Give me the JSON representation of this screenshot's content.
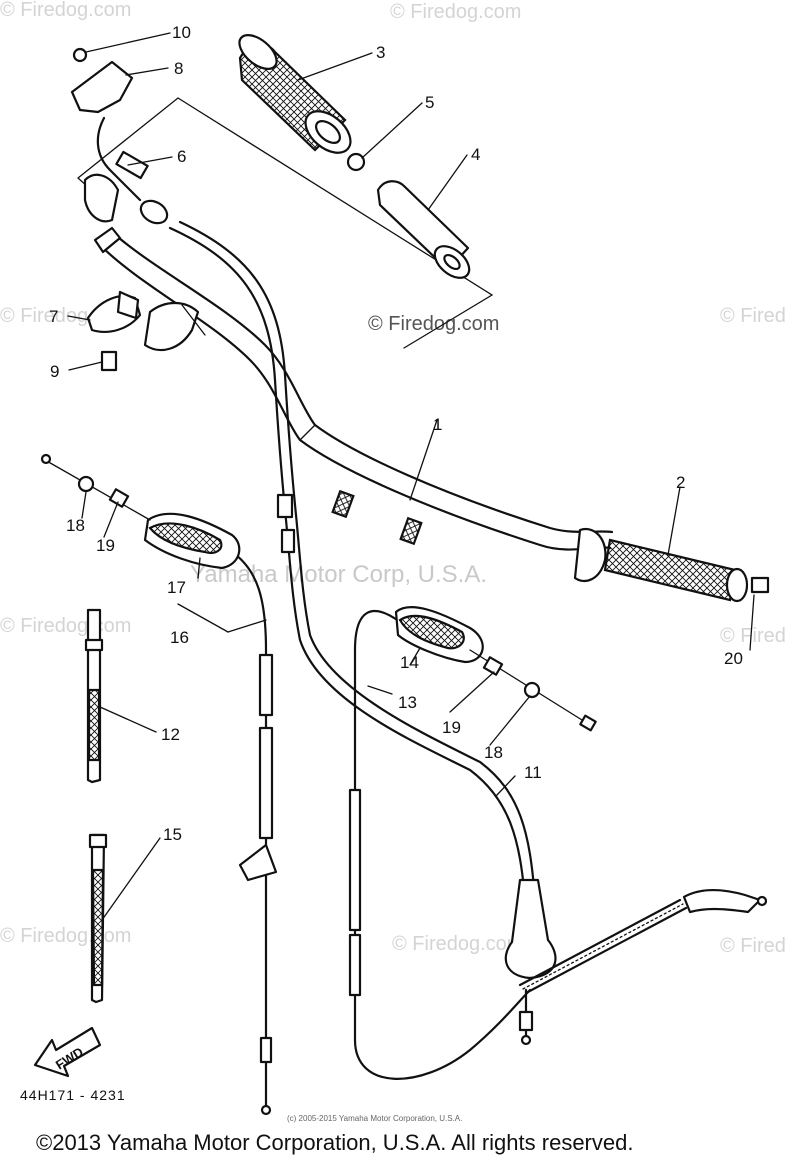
{
  "callouts": [
    {
      "id": "c1",
      "text": "1"
    },
    {
      "id": "c2",
      "text": "2"
    },
    {
      "id": "c3",
      "text": "3"
    },
    {
      "id": "c4",
      "text": "4"
    },
    {
      "id": "c5",
      "text": "5"
    },
    {
      "id": "c6",
      "text": "6"
    },
    {
      "id": "c7",
      "text": "7"
    },
    {
      "id": "c8",
      "text": "8"
    },
    {
      "id": "c9",
      "text": "9"
    },
    {
      "id": "c10",
      "text": "10"
    },
    {
      "id": "c11",
      "text": "11"
    },
    {
      "id": "c12",
      "text": "12"
    },
    {
      "id": "c13",
      "text": "13"
    },
    {
      "id": "c14",
      "text": "14"
    },
    {
      "id": "c15",
      "text": "15"
    },
    {
      "id": "c16",
      "text": "16"
    },
    {
      "id": "c17",
      "text": "17"
    },
    {
      "id": "c18a",
      "text": "18"
    },
    {
      "id": "c18b",
      "text": "18"
    },
    {
      "id": "c19a",
      "text": "19"
    },
    {
      "id": "c19b",
      "text": "19"
    },
    {
      "id": "c20",
      "text": "20"
    }
  ],
  "watermark_site": "© Firedog.com",
  "watermark_center": "Yamaha Motor Corp, U.S.A.",
  "fwd_label": "FWD",
  "diagram_code": "44H171 - 4231",
  "small_copyright": "(c) 2005-2015 Yamaha Motor Corporation, U.S.A.",
  "footer_copyright": "©2013 Yamaha Motor Corporation, U.S.A. All rights reserved."
}
